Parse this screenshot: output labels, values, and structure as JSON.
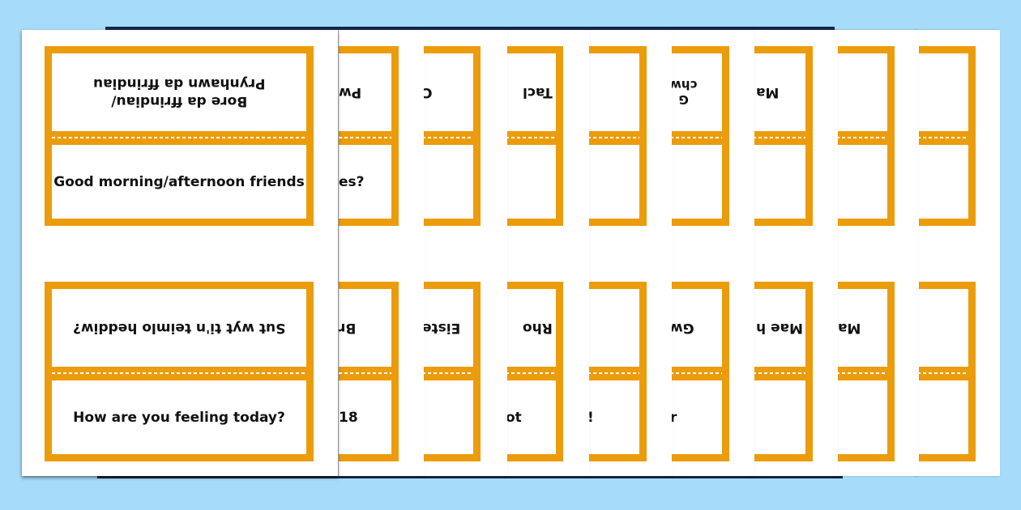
{
  "theme": {
    "background": "#a6dbf9",
    "card_border": "#eb9c0c",
    "sheet": "#ffffff"
  },
  "front_sheet": {
    "cards": [
      {
        "welsh_upside_down": "Bore da ffrindiau/\nPrynhawn da ffrindiau",
        "english": "Good morning/afternoon friends"
      },
      {
        "welsh_upside_down": "Sut wyt ti'n teimlo heddiw?",
        "english": "How are you feeling today?"
      }
    ]
  },
  "stacked_sheets": [
    {
      "top_welsh_fragment": "Pw",
      "top_english_fragment": "es?",
      "bottom_welsh_fragment": "Br",
      "bottom_english_fragment": "18"
    },
    {
      "top_welsh_fragment": "C",
      "top_english_fragment": "",
      "bottom_welsh_fragment": "Eiste",
      "bottom_english_fragment": ""
    },
    {
      "top_welsh_fragment": "Tacl",
      "top_english_fragment": "",
      "bottom_welsh_fragment": "Rho",
      "bottom_english_fragment": "ot"
    },
    {
      "top_welsh_fragment": "",
      "top_english_fragment": "",
      "bottom_welsh_fragment": "",
      "bottom_english_fragment": "!"
    },
    {
      "top_welsh_fragment": "G\nchw",
      "top_english_fragment": "",
      "bottom_welsh_fragment": "Gw",
      "bottom_english_fragment": "r"
    },
    {
      "top_welsh_fragment": "Ma",
      "top_english_fragment": "",
      "bottom_welsh_fragment": "Mae h",
      "bottom_english_fragment": ""
    },
    {
      "top_welsh_fragment": "",
      "top_english_fragment": "",
      "bottom_welsh_fragment": "Ma",
      "bottom_english_fragment": ""
    },
    {
      "top_welsh_fragment": "",
      "top_english_fragment": "",
      "bottom_welsh_fragment": "",
      "bottom_english_fragment": ""
    }
  ]
}
